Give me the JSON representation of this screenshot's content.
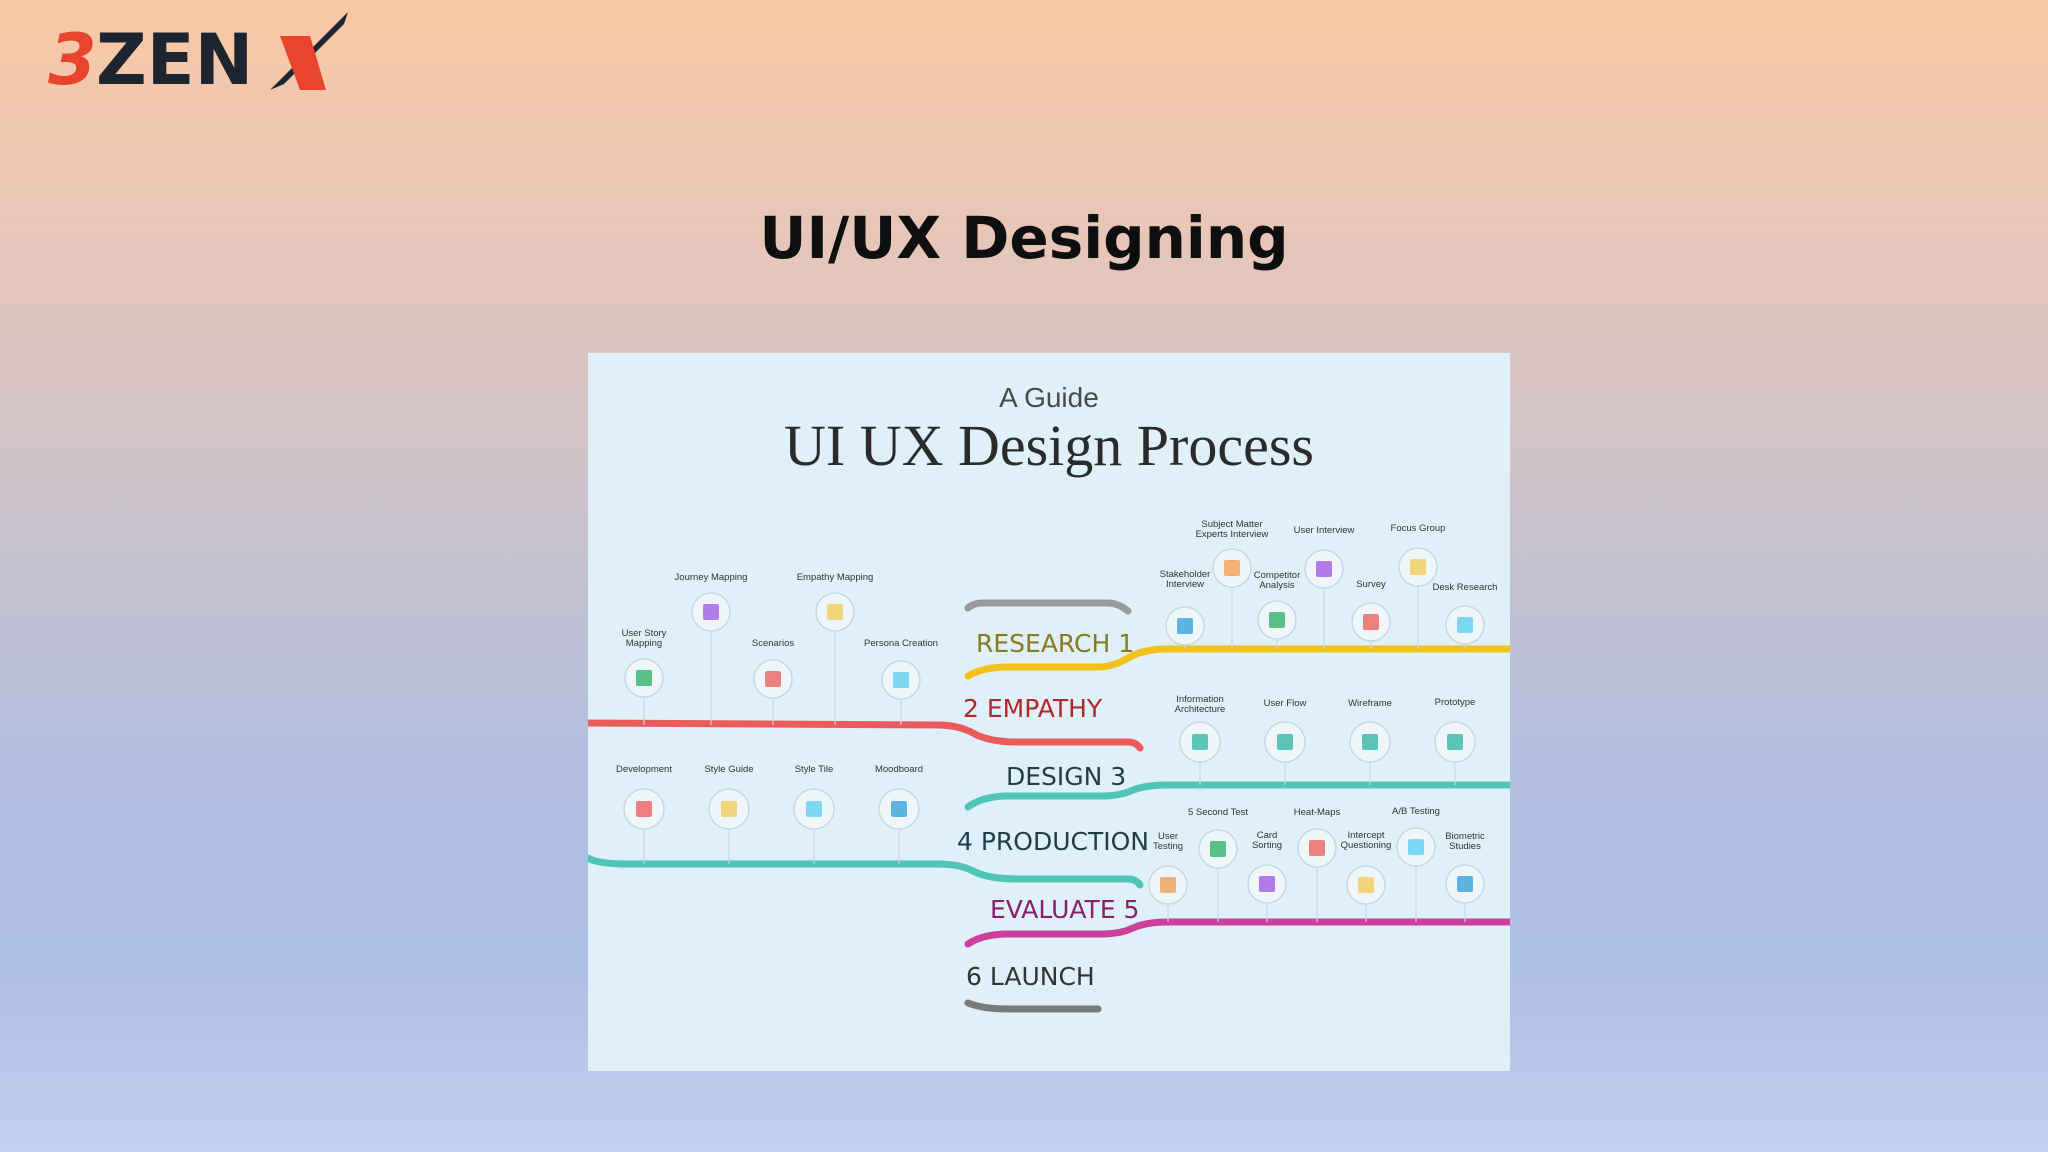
{
  "logo": {
    "text": "3ZENX",
    "accent": "#e8442e",
    "dark": "#1c2530"
  },
  "slide": {
    "title": "UI/UX Designing"
  },
  "guide": {
    "kicker": "A Guide",
    "title": "UI UX Design Process",
    "stages": [
      {
        "num": "1",
        "name": "RESEARCH",
        "color": "#8a7a1a"
      },
      {
        "num": "2",
        "name": "EMPATHY",
        "color": "#b02828"
      },
      {
        "num": "3",
        "name": "DESIGN",
        "color": "#1f3d4a"
      },
      {
        "num": "4",
        "name": "PRODUCTION",
        "color": "#1f3d4a"
      },
      {
        "num": "5",
        "name": "EVALUATE",
        "color": "#8a1f6a"
      },
      {
        "num": "6",
        "name": "LAUNCH",
        "color": "#333333"
      }
    ],
    "research": [
      [
        "Stakeholder",
        "Interview"
      ],
      [
        "Subject Matter",
        "Experts Interview"
      ],
      [
        "Competitor",
        "Analysis"
      ],
      [
        "User Interview"
      ],
      [
        "Survey"
      ],
      [
        "Focus Group"
      ],
      [
        "Desk Research"
      ]
    ],
    "empathy": [
      [
        "User Story",
        "Mapping"
      ],
      [
        "Journey Mapping"
      ],
      [
        "Scenarios"
      ],
      [
        "Empathy Mapping"
      ],
      [
        "Persona Creation"
      ]
    ],
    "design": [
      [
        "Information",
        "Architecture"
      ],
      [
        "User Flow"
      ],
      [
        "Wireframe"
      ],
      [
        "Prototype"
      ]
    ],
    "production": [
      [
        "Development"
      ],
      [
        "Style Guide"
      ],
      [
        "Style Tile"
      ],
      [
        "Moodboard"
      ]
    ],
    "evaluate": [
      [
        "User",
        "Testing"
      ],
      [
        "5 Second Test"
      ],
      [
        "Card",
        "Sorting"
      ],
      [
        "Heat-Maps"
      ],
      [
        "Intercept",
        "Questioning"
      ],
      [
        "A/B Testing"
      ],
      [
        "Biometric",
        "Studies"
      ]
    ]
  }
}
